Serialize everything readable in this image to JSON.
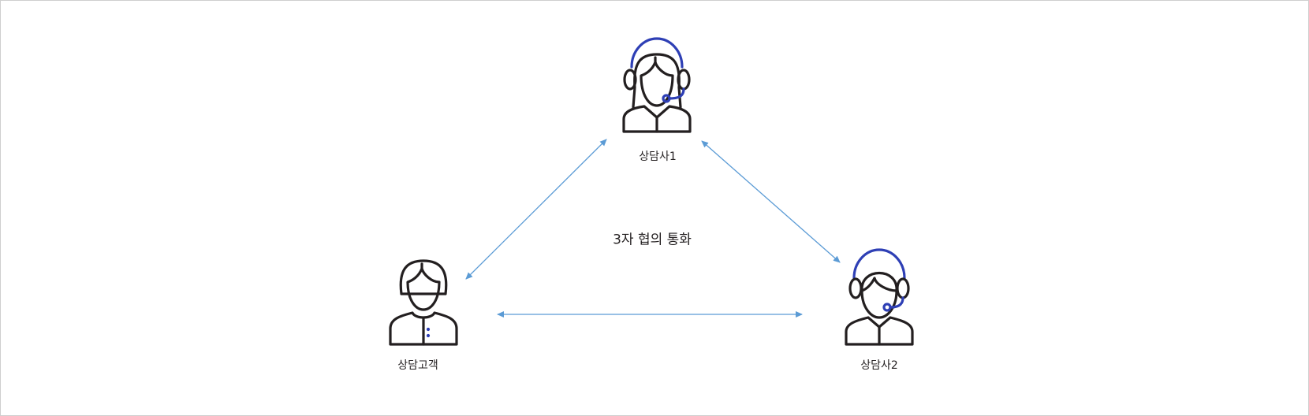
{
  "title": "3자 협의 통화",
  "nodes": {
    "agent1": {
      "label": "상담사1",
      "icon": "female-agent-headset-icon"
    },
    "agent2": {
      "label": "상담사2",
      "icon": "male-agent-headset-icon"
    },
    "customer": {
      "label": "상담고객",
      "icon": "female-customer-icon"
    }
  },
  "colors": {
    "arrow": "#5b9bd5",
    "headset": "#2e3fb5",
    "outline": "#231f20",
    "border": "#cfcfcf"
  }
}
